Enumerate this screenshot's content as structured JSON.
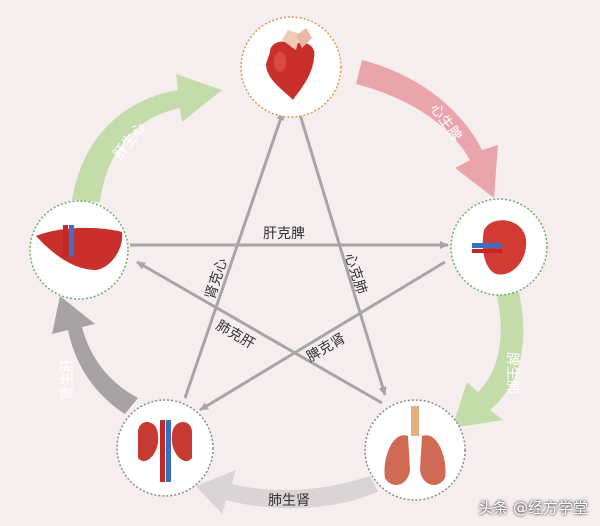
{
  "colors": {
    "background": "#f6eeee",
    "sheng_green": "#c4dcaa",
    "sheng_pink": "#eaa4ab",
    "sheng_gray_dark": "#a7a3a4",
    "sheng_gray_light": "#d9d5d6",
    "ke_arrow": "#a6a6a6",
    "circle_fill": "#ffffff",
    "ring_heart": "#d99a56",
    "ring_green": "#6ab06a",
    "ring_gray": "#8a8a8a"
  },
  "organs": {
    "heart": {
      "icon": "heart-icon"
    },
    "spleen": {
      "icon": "spleen-icon"
    },
    "lung": {
      "icon": "lung-icon"
    },
    "kidney": {
      "icon": "kidney-icon"
    },
    "liver": {
      "icon": "liver-icon"
    }
  },
  "generating_cycle": {
    "heart_to_spleen": "心生脾",
    "spleen_to_lung": "脾生肺",
    "lung_to_kidney": "肺生肾",
    "kidney_to_liver": "肾生肝",
    "liver_to_heart": "肝生心"
  },
  "controlling_cycle": {
    "liver_ke_spleen": "肝克脾",
    "heart_ke_lung": "心克肺",
    "spleen_ke_kidney": "脾克肾",
    "lung_ke_liver": "肺克肝",
    "kidney_ke_heart": "肾克心"
  },
  "watermark": "头条 @经方学堂"
}
